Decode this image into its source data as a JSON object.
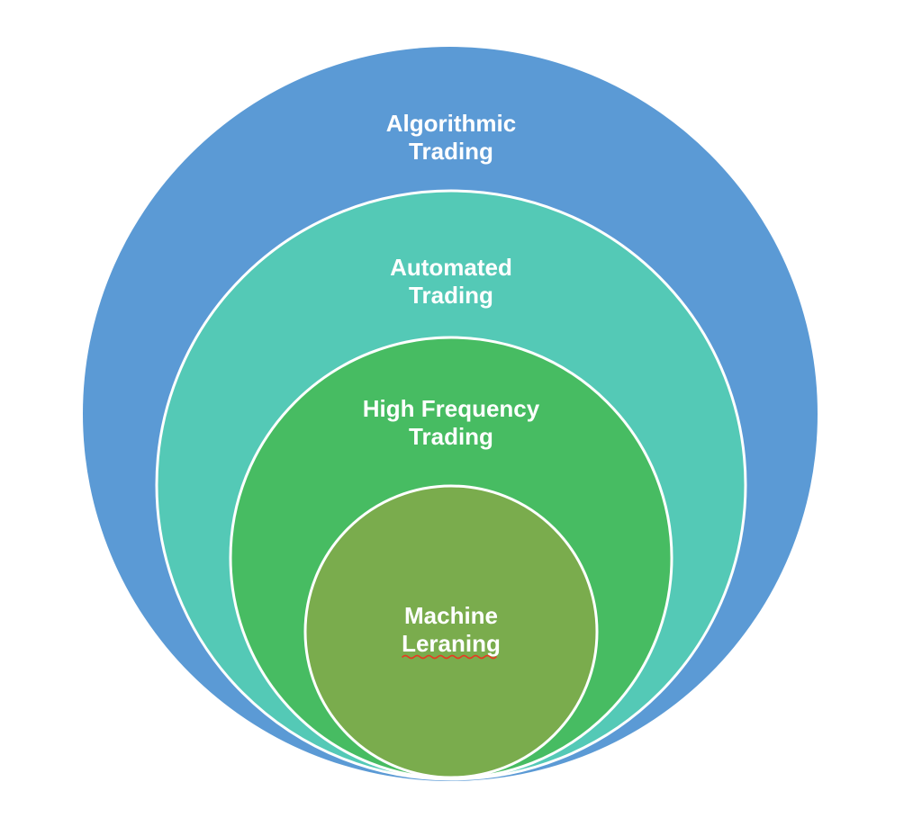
{
  "page": {
    "background_color": "#ffffff"
  },
  "diagram": {
    "type": "nested-circles",
    "text_color": "#ffffff",
    "rings": [
      {
        "name": "algorithmic-trading",
        "label": [
          "Algorithmic",
          "Trading"
        ],
        "color": "#5b9ad5"
      },
      {
        "name": "automated-trading",
        "label": [
          "Automated",
          "Trading"
        ],
        "color": "#54c9b6"
      },
      {
        "name": "high-frequency-trading",
        "label": [
          "High Frequency",
          "Trading"
        ],
        "color": "#47bc62"
      },
      {
        "name": "machine-learning",
        "label": [
          "Machine",
          "Leraning"
        ],
        "color": "#7aac4d"
      }
    ],
    "spellcheck_underline": {
      "color": "#e73b22"
    }
  }
}
